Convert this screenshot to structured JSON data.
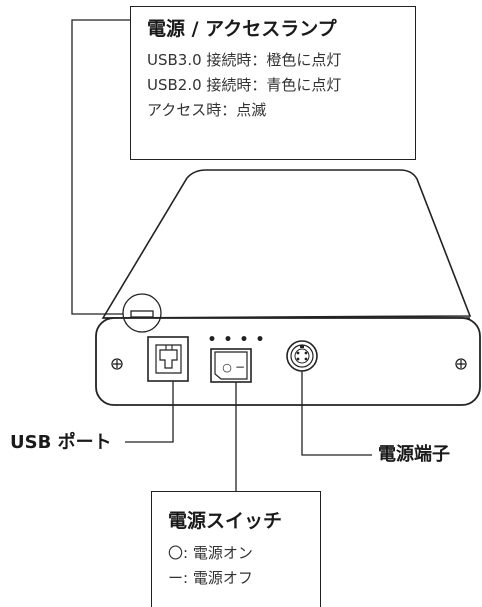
{
  "lamp_callout": {
    "title": "電源 / アクセスランプ",
    "lines": [
      "USB3.0 接続時：橙色に点灯",
      "USB2.0 接続時：青色に点灯",
      "アクセス時：点滅"
    ]
  },
  "usb_port_label": "USB ポート",
  "power_terminal_label": "電源端子",
  "switch_callout": {
    "title": "電源スイッチ",
    "lines": [
      "〇: 電源オン",
      "ー: 電源オフ"
    ]
  },
  "switch_symbols": {
    "on": "○",
    "off": "−"
  },
  "indicator_dots": [
    "•",
    "•",
    "•",
    "•"
  ],
  "colors": {
    "line": "#222222",
    "device_fill": "#ffffff",
    "text": "#1a1a1a"
  }
}
